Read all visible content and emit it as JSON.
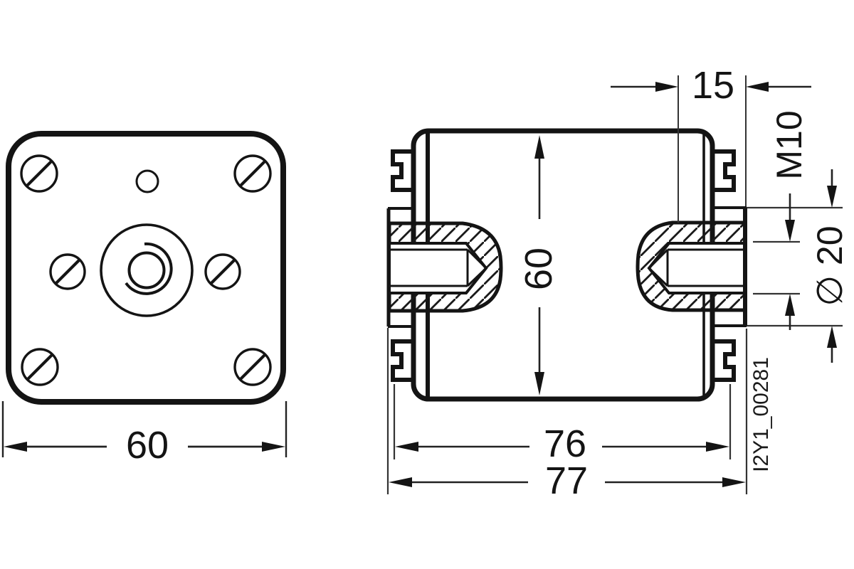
{
  "drawing": {
    "type": "technical-drawing",
    "background": "#ffffff",
    "line_color": "#141414",
    "part_number": "I2Y1_00281",
    "front_view": {
      "width_dim": "60"
    },
    "side_view": {
      "height_dim": "60",
      "offset_dim": "15",
      "thread_label": "M10",
      "diameter_label": "∅ 20",
      "inner_width_dim": "76",
      "overall_width_dim": "77"
    }
  }
}
